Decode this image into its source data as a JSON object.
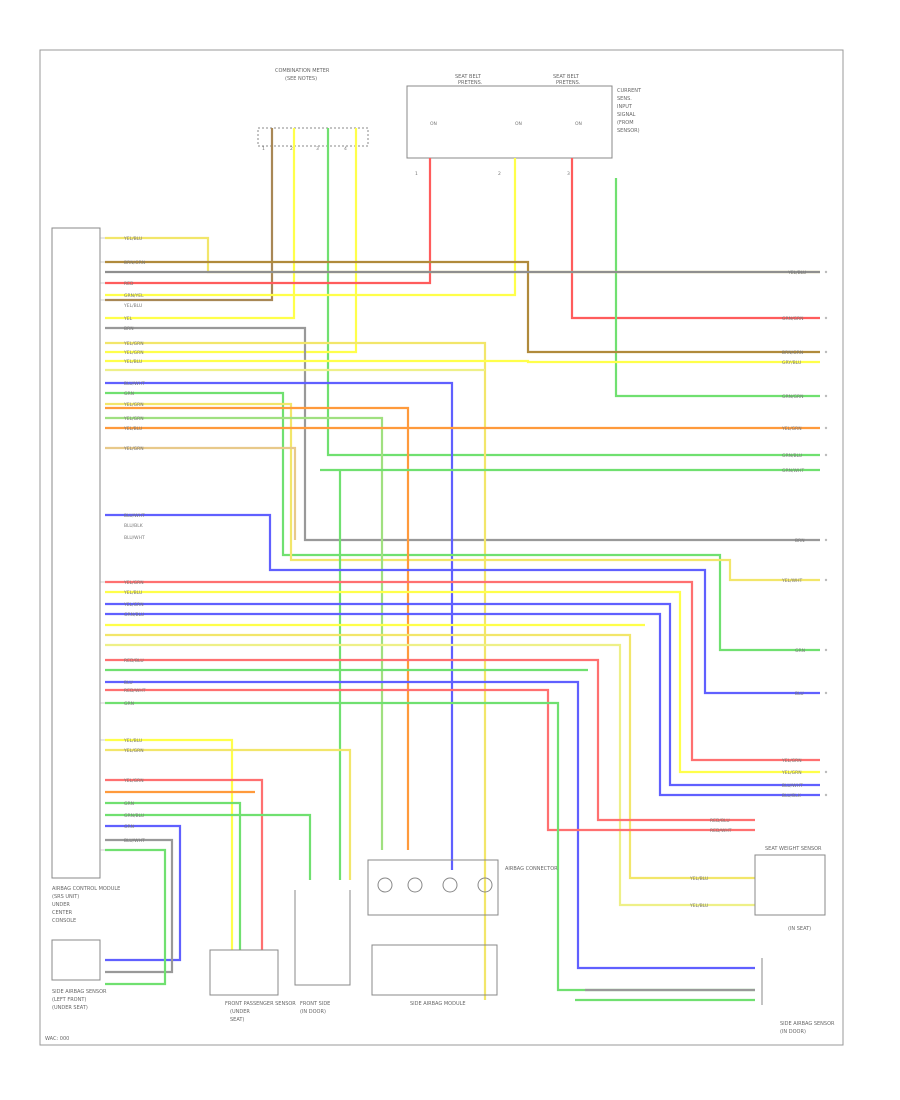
{
  "figure_code": "WAC: 000",
  "components": {
    "combination_meter": "COMBINATION METER",
    "seat_sensor_block": "SEAT BELT",
    "control_module": "AIRBAG CONTROL MODULE",
    "left_side_unit": "SIDE AIRBAG SENSOR",
    "front_pass_sensor": "FRONT PASSENGER SENSOR",
    "front_side_sensor": "FRONT SIDE",
    "side_airbag_module": "SIDE AIRBAG MODULE",
    "seat_weight_sensor": "SEAT WEIGHT SENSOR",
    "connector_c": "AIRBAG CONNECTOR",
    "right_side_unit": "SIDE AIRBAG SENSOR"
  },
  "wire_colors": {
    "YEL/BLU": "#f2e66a",
    "BRN/GRN": "#b08a3c",
    "GRY/BLK": "#8f8f8f",
    "RED": "#ff5c5c",
    "GRN/YEL": "#8fe06a",
    "YEL": "#ffff4a",
    "BRN": "#a88755",
    "BLU": "#6060ff",
    "GRN": "#70e070",
    "ORN": "#ff9a3c",
    "RED/BLK": "#ff7070"
  },
  "right_labels": [
    "YEL/BLU",
    "GRN/GRN",
    "BRN/GRN",
    "GRY/BLU",
    "GRN/GRN",
    "YEL/GRN",
    "GRN/BLU",
    "GRN/WHT",
    "BRN",
    "YEL/WHT",
    "GRN",
    "BLU",
    "YEL/GRN",
    "YEL/GRN",
    "BLU/WHT",
    "BLU/BLK",
    "RED/BLU",
    "RED/WHT",
    "YEL/BLU",
    "YEL/BLU"
  ],
  "left_labels": [
    "YEL/BLU",
    "BRN/GRN",
    "RED",
    "GRN/YEL",
    "YEL/BLU",
    "YEL",
    "BRN",
    "YEL/GRN",
    "YEL/GRN",
    "YEL/BLU",
    "BLU/WHT",
    "GRN",
    "YEL/GRN",
    "YEL/GRN",
    "YEL/BLU",
    "YEL/GRN",
    "BLU/WHT",
    "BLU/BLK",
    "BLU/WHT",
    "YEL/GRN",
    "YEL/BLU",
    "YEL/GRN",
    "GRN/BLU",
    "RED/BLU",
    "BLU",
    "RED/WHT",
    "GRN"
  ],
  "bottom_labels": [
    "YEL/BLU",
    "YEL/GRN",
    "YEL/GRN",
    "GRN",
    "GRN/BLU",
    "GRN",
    "BLU/WHT"
  ]
}
